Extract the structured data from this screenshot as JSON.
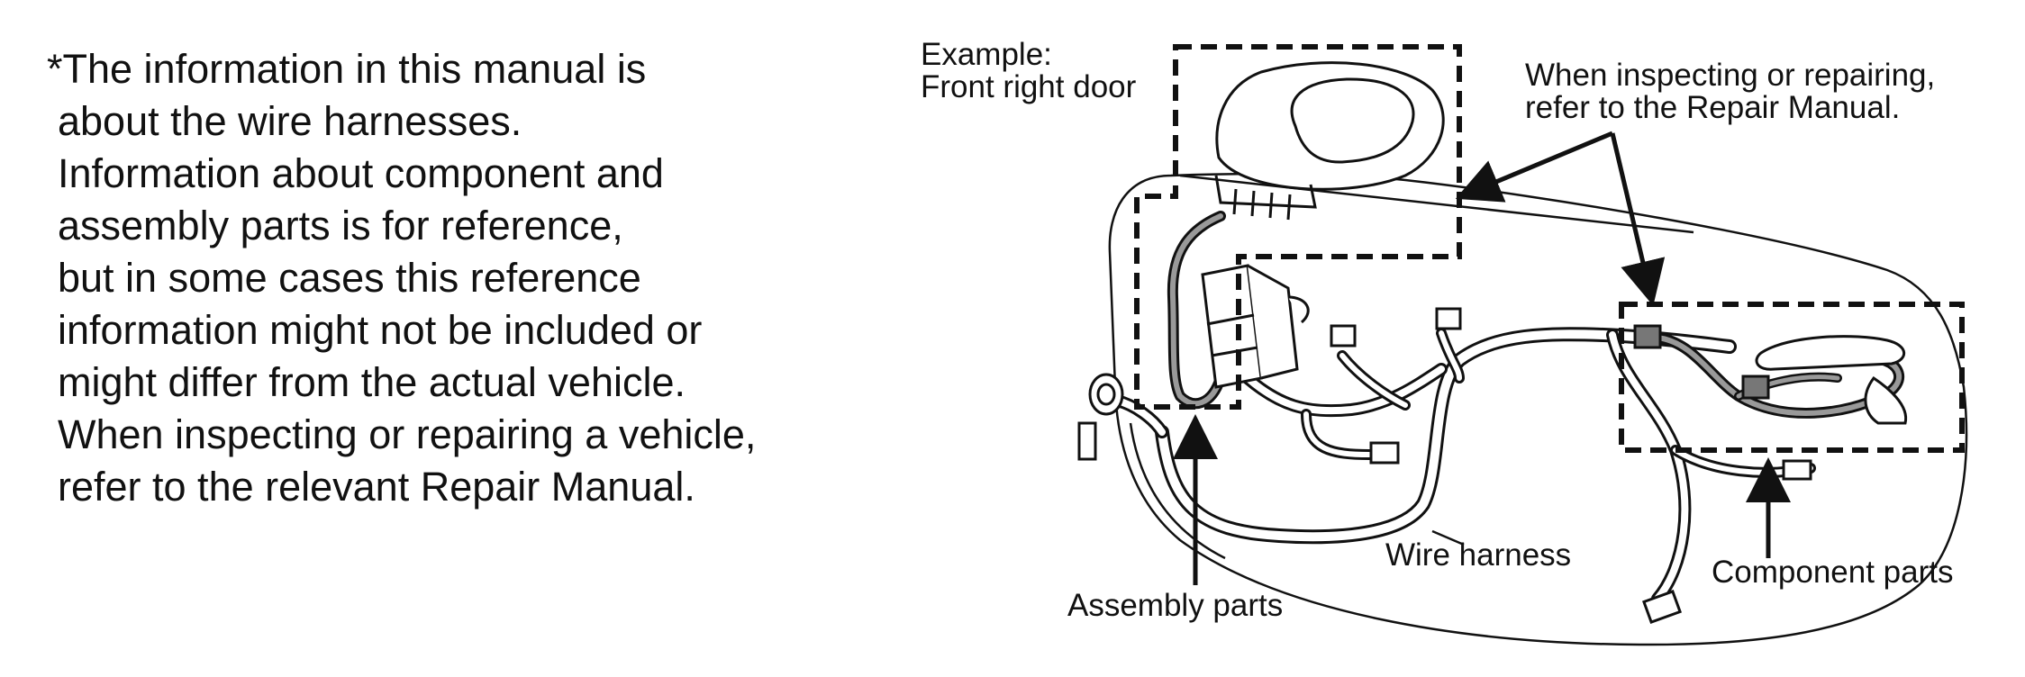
{
  "note": {
    "lines": [
      "*The information in this manual is",
      "about the wire harnesses.",
      "Information about component and",
      "assembly parts is for reference,",
      "but in some cases this reference",
      "information might not be included or",
      "might differ from the actual vehicle.",
      "When inspecting or repairing a vehicle,",
      "refer to the relevant Repair Manual."
    ]
  },
  "diagram": {
    "example_label_1": "Example:",
    "example_label_2": "Front right door",
    "inspect_note_1": "When inspecting or repairing,",
    "inspect_note_2": "refer to the Repair Manual.",
    "wire_harness_label": "Wire harness",
    "assembly_parts_label": "Assembly parts",
    "component_parts_label": "Component parts"
  }
}
